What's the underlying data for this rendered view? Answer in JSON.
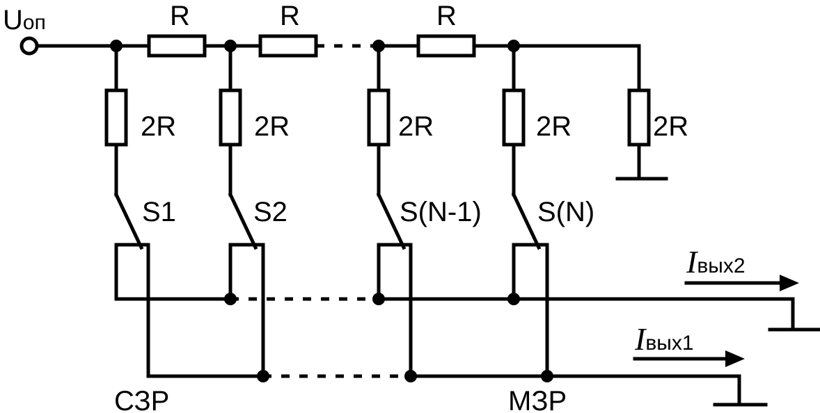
{
  "reference": {
    "main": "U",
    "sub": "оп"
  },
  "series_resistor_label": "R",
  "shunt_resistor_label": "2R",
  "switches": [
    "S1",
    "S2",
    "S(N-1)",
    "S(N)"
  ],
  "outputs": {
    "out2": {
      "main": "I",
      "sub": "вых2"
    },
    "out1": {
      "main": "I",
      "sub": "вых1"
    }
  },
  "bit_labels": {
    "msb": "СЗР",
    "lsb": "МЗР"
  }
}
